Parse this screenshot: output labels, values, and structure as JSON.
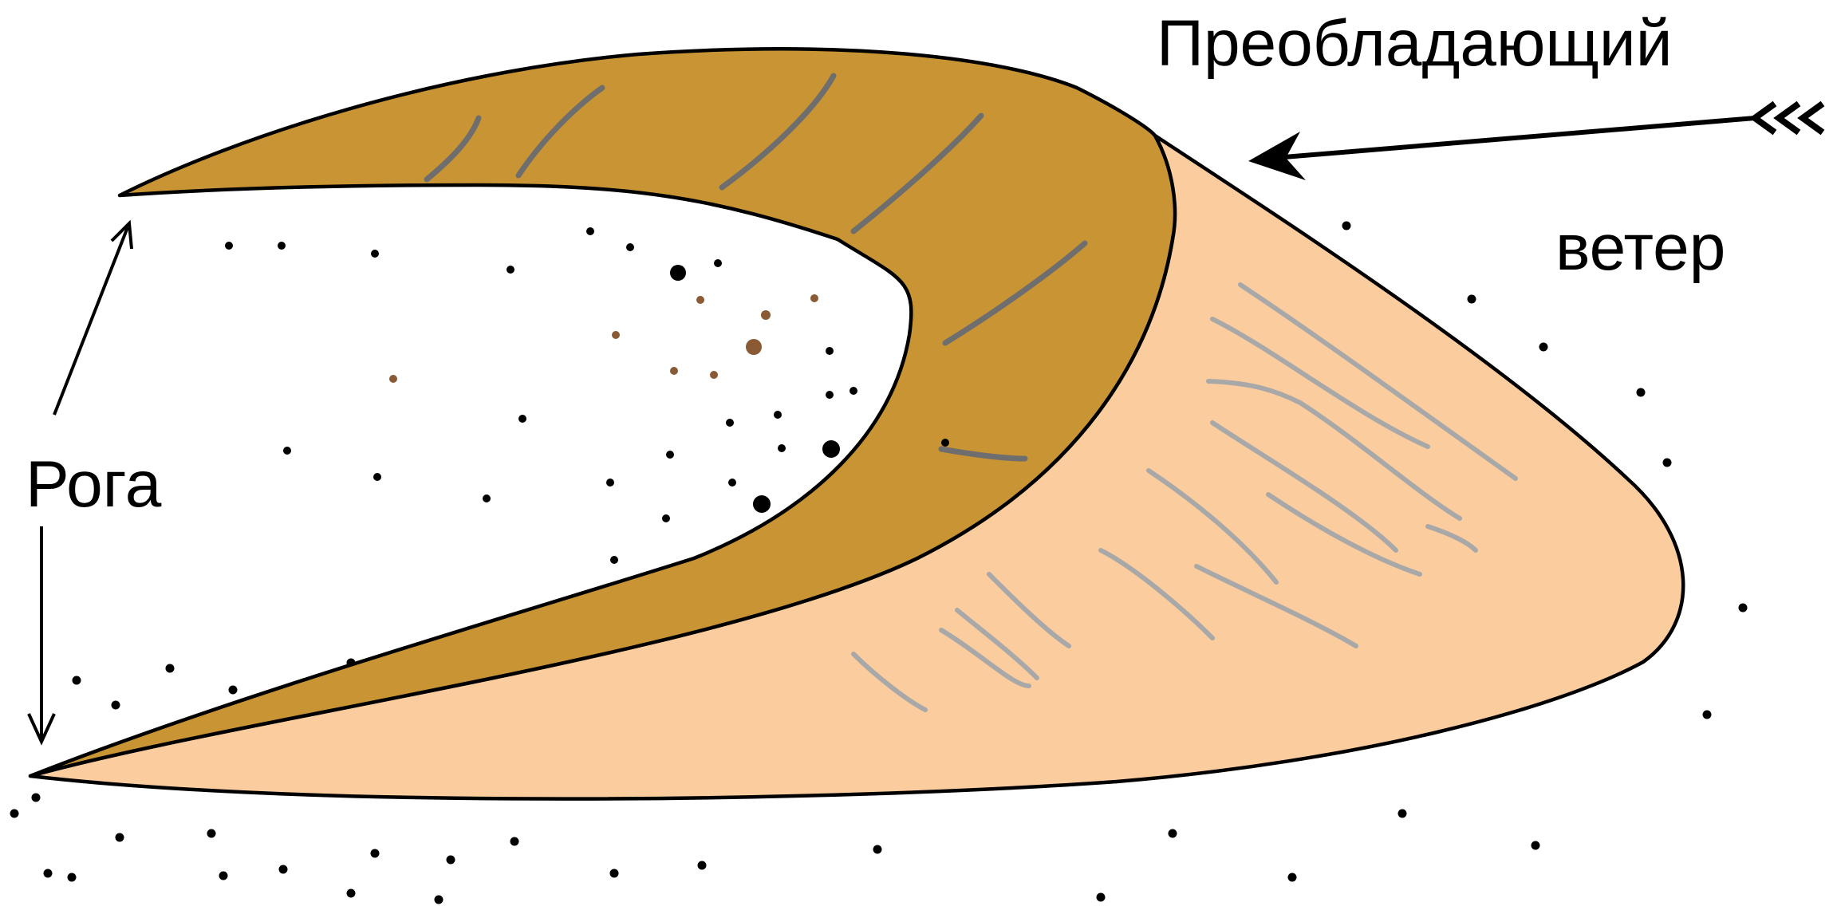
{
  "diagram": {
    "labels": {
      "wind_line1": "Преобладающий",
      "wind_line2": "ветер",
      "horns": "Рога"
    },
    "colors": {
      "crest_face": "#c99433",
      "windward_slope": "#fbcc9d",
      "outline": "#000000",
      "slip_lines": "#6e6e6e",
      "windward_lines": "#a8a8a8",
      "sand_dots": "#000000",
      "brown_grains": "#8a5a34"
    }
  }
}
